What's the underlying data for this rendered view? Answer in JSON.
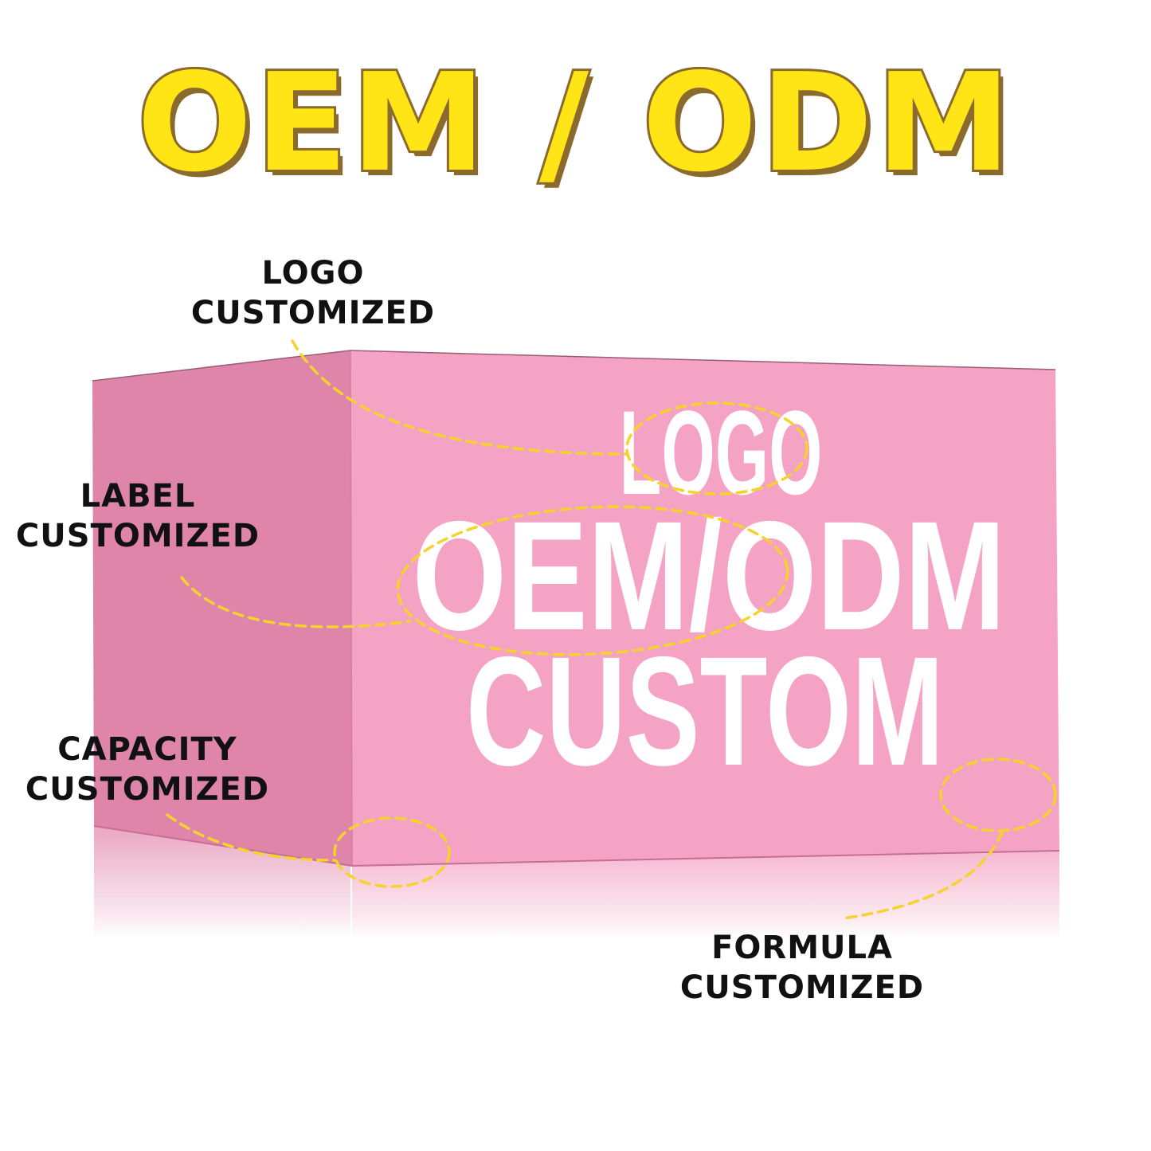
{
  "title": "OEM / ODM",
  "box": {
    "line1": "LOGO",
    "line2": "OEM/ODM",
    "line3": "CUSTOM",
    "colors": {
      "front_face": "#F4A3C4",
      "side_face": "#E085AA",
      "reflection": "#F8D3E2"
    }
  },
  "callouts": [
    {
      "line1": "LOGO",
      "line2": "CUSTOMIZED"
    },
    {
      "line1": "LABEL",
      "line2": "CUSTOMIZED"
    },
    {
      "line1": "CAPACITY",
      "line2": "CUSTOMIZED"
    },
    {
      "line1": "FORMULA",
      "line2": "CUSTOMIZED"
    }
  ],
  "colors": {
    "title_fill": "#FFE516",
    "title_outline": "#8B6A2E",
    "dash_line": "#F5D22C",
    "callout_text": "#111111"
  }
}
